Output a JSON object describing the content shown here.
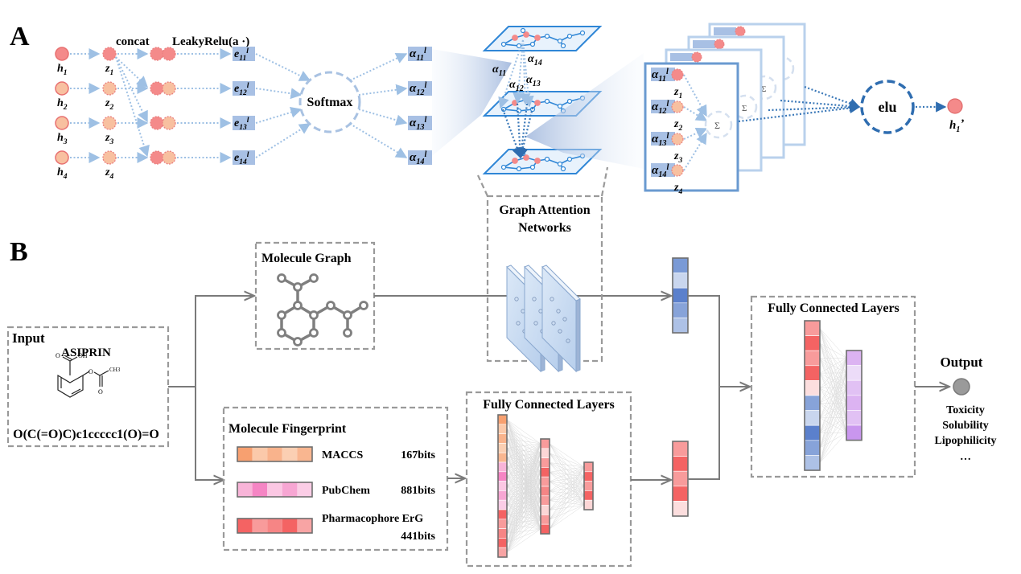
{
  "panel_a": {
    "label": "A",
    "concat_label": "concat",
    "leaky_label": "LeakyRelu(a ·)",
    "h_nodes": [
      "h",
      "h",
      "h",
      "h"
    ],
    "h_subs": [
      "1",
      "2",
      "3",
      "4"
    ],
    "z_subs": [
      "1",
      "2",
      "3",
      "4"
    ],
    "e_subs": [
      "11",
      "12",
      "13",
      "14"
    ],
    "alpha_subs": [
      "11",
      "12",
      "13",
      "14"
    ],
    "layer_sup": "l",
    "softmax_label": "Softmax",
    "graph_alpha_labels": [
      "α11",
      "α12",
      "α13",
      "α14"
    ],
    "sum_symbol": "Σ",
    "elu_label": "elu",
    "output_node": "h1’",
    "node_colors": {
      "red": "#f48a8a",
      "peach": "#f8c0a0",
      "tag_bg": "#a8c0e4"
    }
  },
  "panel_b": {
    "label": "B",
    "input": {
      "title": "Input",
      "molecule_name": "ASIPRIN",
      "smiles": "O(C(=O)C)c1ccccc1(O)=O",
      "atoms": {
        "oh": "OH",
        "o1": "O",
        "o2": "O",
        "o3": "O",
        "ch3": "CH3"
      }
    },
    "molecule_graph": {
      "title": "Molecule Graph"
    },
    "gat": {
      "title_line1": "Graph Attention",
      "title_line2": "Networks"
    },
    "fingerprint": {
      "title": "Molecule Fingerprint",
      "items": [
        {
          "name": "MACCS",
          "bits": "167bits",
          "colors": [
            "#f7a070",
            "#fbc9aa",
            "#f9b38c",
            "#fbcfb3",
            "#f9b690"
          ]
        },
        {
          "name": "PubChem",
          "bits": "881bits",
          "colors": [
            "#f8b4d8",
            "#f585c4",
            "#fbc7e3",
            "#f7a6d3",
            "#fbcde6"
          ]
        },
        {
          "name": "Pharmacophore ErG",
          "bits": "441bits",
          "colors": [
            "#f46363",
            "#f89b9b",
            "#f68585",
            "#f46363",
            "#f8a4a4"
          ]
        }
      ]
    },
    "fc_mid": {
      "title": "Fully Connected Layers",
      "layer1": [
        "#f7a070",
        "#fbc9aa",
        "#f9b38c",
        "#fbcfb3",
        "#f9b690",
        "#f8b4d8",
        "#f585c4",
        "#fbc7e3",
        "#f7a6d3",
        "#fbcde6",
        "#f46363",
        "#f89b9b",
        "#f68585",
        "#f46363",
        "#f8a4a4"
      ],
      "layer2": [
        "#f89b9b",
        "#fcd6d6",
        "#f89b9b",
        "#f46363",
        "#f89b9b",
        "#f68585",
        "#f89b9b",
        "#fcd6d6",
        "#f89b9b",
        "#f46363"
      ],
      "layer3": [
        "#f89b9b",
        "#f46363",
        "#f89b9b",
        "#f46363",
        "#fcd6d6"
      ]
    },
    "gat_vector": [
      "#7a9ad6",
      "#c9d6ee",
      "#5b80cc",
      "#87a3d9",
      "#adc1e6"
    ],
    "fp_vector": [
      "#f89b9b",
      "#f46363",
      "#f89b9b",
      "#f46363",
      "#fcdede"
    ],
    "fc_final": {
      "title": "Fully Connected Layers",
      "layer1": [
        "#f89b9b",
        "#f46363",
        "#f89b9b",
        "#f46363",
        "#fcdede",
        "#87a3d9",
        "#c9d6ee",
        "#5b80cc",
        "#87a3d9",
        "#adc1e6"
      ],
      "layer2": [
        "#dcb3f2",
        "#ecdcf8",
        "#e1c1f4",
        "#dcb3f2",
        "#e1c1f4",
        "#c996ee"
      ]
    },
    "output": {
      "title": "Output",
      "tasks": [
        "Toxicity",
        "Solubility",
        "Lipophilicity",
        "…"
      ]
    }
  }
}
